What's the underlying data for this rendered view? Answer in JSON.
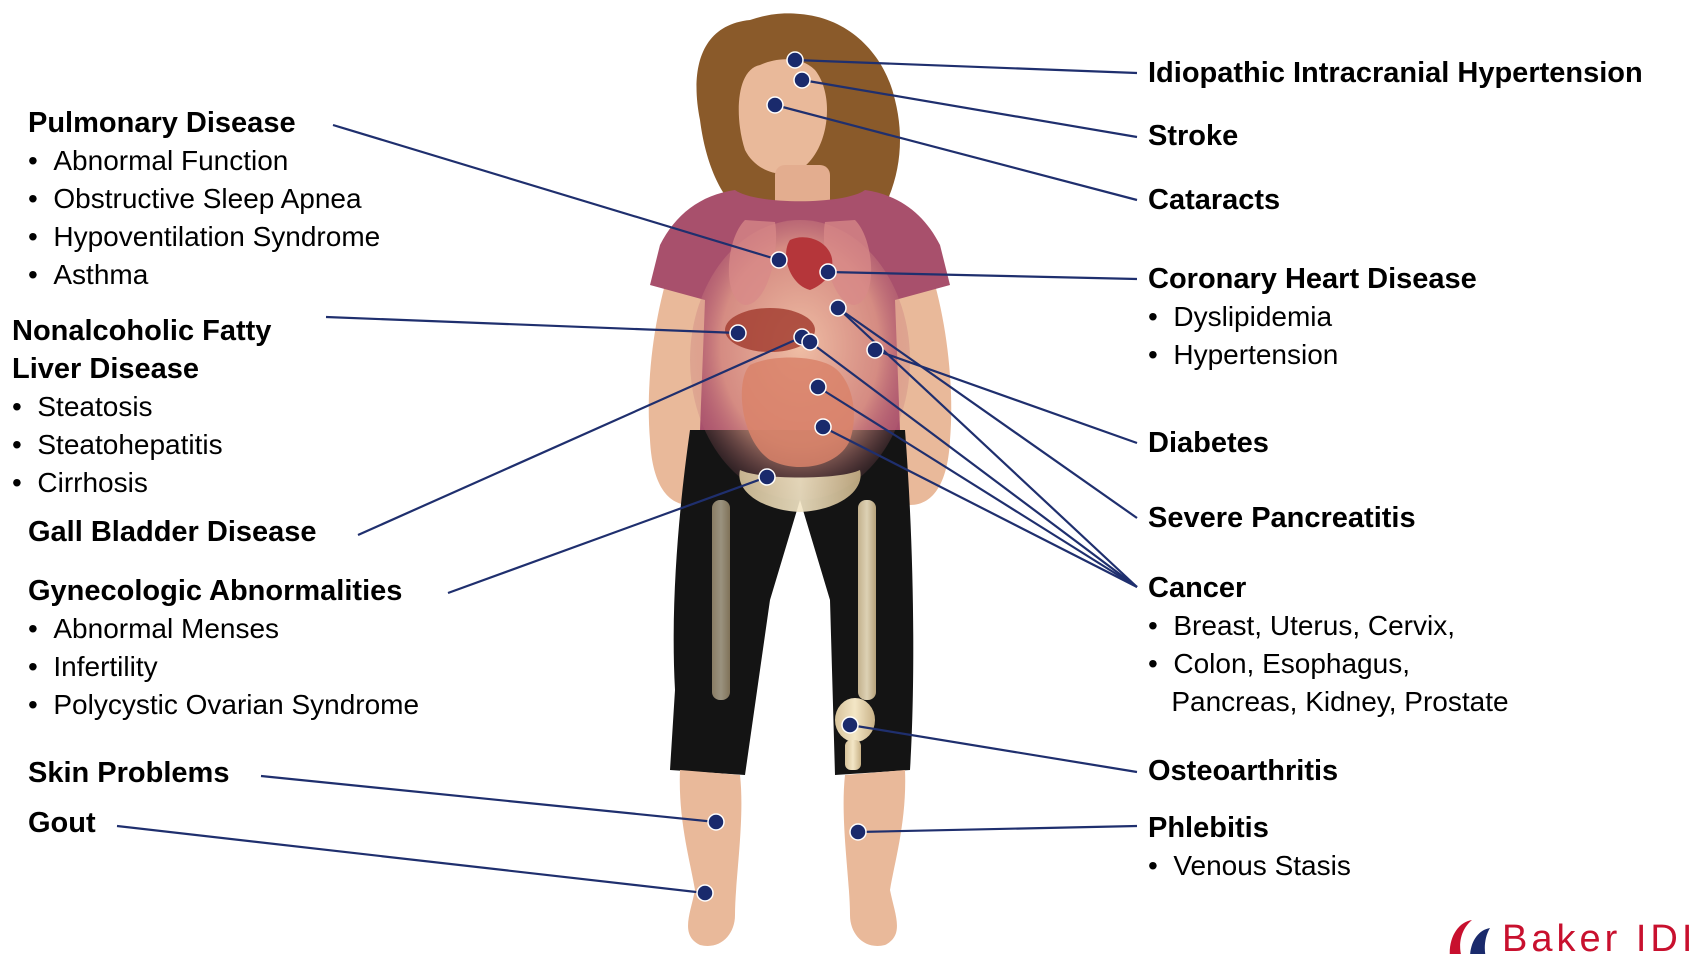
{
  "left_groups": [
    {
      "id": "pulmonary",
      "title": [
        "Pulmonary Disease"
      ],
      "items": [
        "Abnormal Function",
        "Obstructive Sleep Apnea",
        "Hypoventilation Syndrome",
        "Asthma"
      ]
    },
    {
      "id": "nafld",
      "title": [
        "Nonalcoholic Fatty",
        "Liver Disease"
      ],
      "items": [
        "Steatosis",
        "Steatohepatitis",
        "Cirrhosis"
      ]
    },
    {
      "id": "gallbladder",
      "title": [
        "Gall Bladder Disease"
      ],
      "items": []
    },
    {
      "id": "gynecologic",
      "title": [
        "Gynecologic Abnormalities"
      ],
      "items": [
        "Abnormal Menses",
        "Infertility",
        "Polycystic Ovarian Syndrome"
      ]
    },
    {
      "id": "skin",
      "title": [
        "Skin Problems"
      ],
      "items": []
    },
    {
      "id": "gout",
      "title": [
        "Gout"
      ],
      "items": []
    }
  ],
  "right_groups": [
    {
      "id": "iih",
      "title": [
        "Idiopathic Intracranial Hypertension"
      ],
      "items": []
    },
    {
      "id": "stroke",
      "title": [
        "Stroke"
      ],
      "items": []
    },
    {
      "id": "cataracts",
      "title": [
        "Cataracts"
      ],
      "items": []
    },
    {
      "id": "chd",
      "title": [
        "Coronary Heart Disease"
      ],
      "items": [
        "Dyslipidemia",
        "Hypertension"
      ]
    },
    {
      "id": "diabetes",
      "title": [
        "Diabetes"
      ],
      "items": []
    },
    {
      "id": "pancreatitis",
      "title": [
        "Severe Pancreatitis"
      ],
      "items": []
    },
    {
      "id": "cancer",
      "title": [
        "Cancer"
      ],
      "items": [
        "Breast, Uterus, Cervix,",
        "Colon, Esophagus,",
        "+Pancreas, Kidney, Prostate"
      ]
    },
    {
      "id": "osteoarthritis",
      "title": [
        "Osteoarthritis"
      ],
      "items": []
    },
    {
      "id": "phlebitis",
      "title": [
        "Phlebitis"
      ],
      "items": [
        "Venous Stasis"
      ]
    }
  ],
  "logo": {
    "text": "Baker IDI"
  },
  "colors": {
    "leader": "#1f2f6e",
    "dot": "#1a2a6c",
    "shirt": "#a8506c",
    "skin": "#e9b99a",
    "pants": "#141414",
    "hair": "#8a5a2a",
    "logo": "#c8102e"
  }
}
